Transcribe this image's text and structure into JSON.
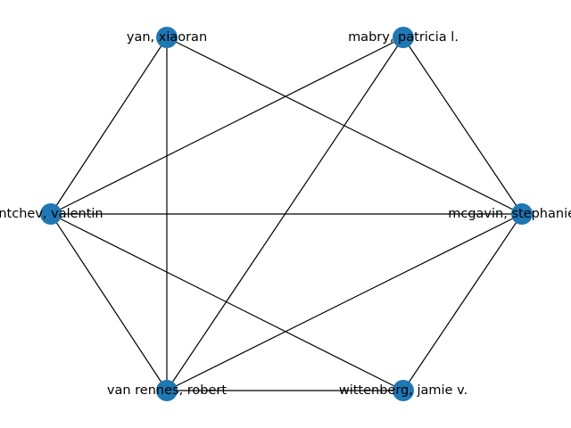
{
  "graph": {
    "node_color": "#1f77b4",
    "edge_color": "#000000",
    "nodes": [
      {
        "id": "yan",
        "label": "yan, xiaoran"
      },
      {
        "id": "mabry",
        "label": "mabry, patricia l."
      },
      {
        "id": "valentin",
        "label": "ntchev, valentin"
      },
      {
        "id": "mcgavin",
        "label": "mcgavin, stephanie he"
      },
      {
        "id": "vanrennes",
        "label": "van rennes, robert"
      },
      {
        "id": "wittenberg",
        "label": "wittenberg, jamie v."
      }
    ],
    "edges": [
      [
        "yan",
        "valentin"
      ],
      [
        "yan",
        "vanrennes"
      ],
      [
        "yan",
        "mcgavin"
      ],
      [
        "mabry",
        "valentin"
      ],
      [
        "mabry",
        "vanrennes"
      ],
      [
        "mabry",
        "mcgavin"
      ],
      [
        "valentin",
        "mcgavin"
      ],
      [
        "valentin",
        "vanrennes"
      ],
      [
        "valentin",
        "wittenberg"
      ],
      [
        "mcgavin",
        "vanrennes"
      ],
      [
        "mcgavin",
        "wittenberg"
      ],
      [
        "vanrennes",
        "wittenberg"
      ]
    ]
  }
}
